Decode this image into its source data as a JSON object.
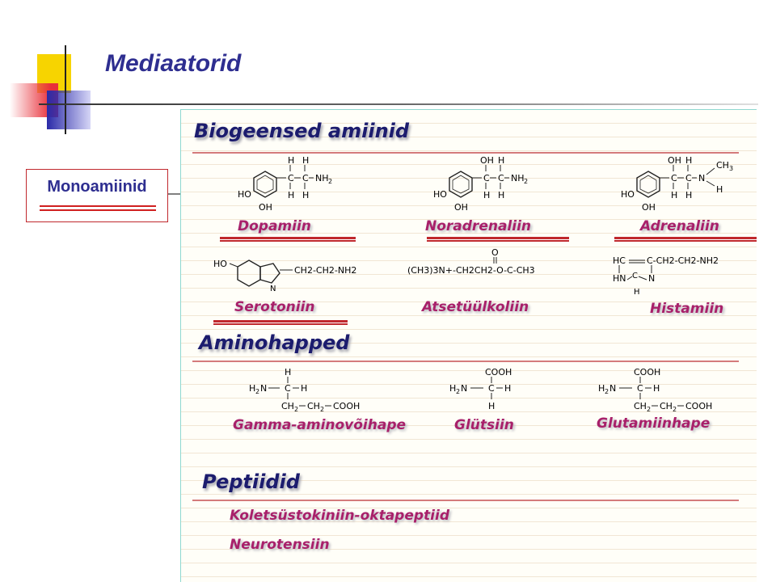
{
  "slide": {
    "title": "Mediaatorid"
  },
  "callout": {
    "label": "Monoamiinid"
  },
  "sections": {
    "biogenic": {
      "heading": "Biogeensed amiinid",
      "compounds": {
        "dopamine": "Dopamiin",
        "noradrenaline": "Noradrenaliin",
        "adrenaline": "Adrenaliin",
        "serotonin": "Serotoniin",
        "acetylcholine": "Atsetüülkoliin",
        "histamine": "Histamiin"
      },
      "formulas": {
        "acetylcholine": "(CH3)3N+-CH2CH2-O-C-CH3",
        "serotonin_chain": "CH2-CH2-NH2",
        "histamine_chain": "C-CH2-CH2-NH2"
      }
    },
    "amino_acids": {
      "heading": "Aminohapped",
      "compounds": {
        "gaba": "Gamma-aminovõihape",
        "glycine": "Glütsiin",
        "glutamate": "Glutamiinhape"
      }
    },
    "peptides": {
      "heading": "Peptiidid",
      "items": [
        "Koletsüstokiniin-oktapeptiid",
        "Neurotensiin"
      ]
    }
  },
  "colors": {
    "title": "#2e2e90",
    "accent_red": "#c0282d",
    "compound_name": "#a8206a",
    "heading": "#1c1c6e"
  }
}
